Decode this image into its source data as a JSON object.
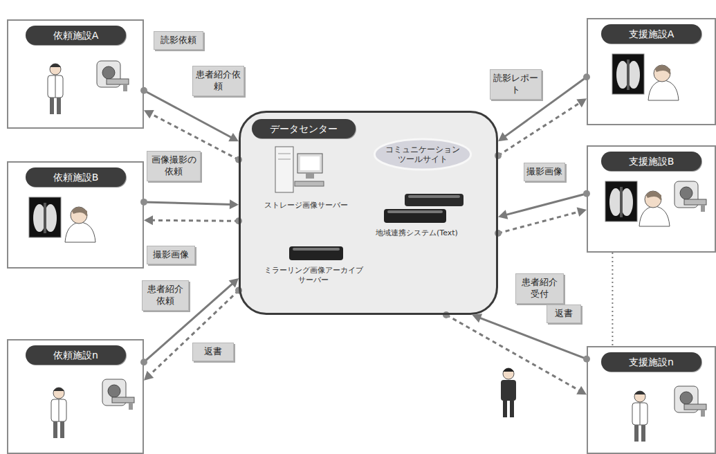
{
  "diagram": {
    "nodes": [
      {
        "text": [
          "依頼施設A"
        ]
      },
      {
        "text": [
          "依頼施設B"
        ]
      },
      {
        "text": [
          "依頼施設n"
        ]
      },
      {
        "text": [
          "データセンター"
        ]
      },
      {
        "text": [
          "コミュニケーションツールサイト"
        ],
        "in": 3
      },
      {
        "text": [
          "支援施設A"
        ]
      },
      {
        "text": [
          "支援施設B"
        ]
      },
      {
        "text": [
          "支援施設n"
        ]
      }
    ],
    "edges": [
      {
        "from": 0,
        "to": 3,
        "arrow": "to"
      },
      {
        "from": 3,
        "to": 0,
        "arrow": "to"
      },
      {
        "from": 1,
        "to": 3,
        "arrow": "to"
      },
      {
        "from": 3,
        "to": 1,
        "arrow": "to"
      },
      {
        "from": 2,
        "to": 3,
        "arrow": "to"
      },
      {
        "from": 3,
        "to": 2,
        "arrow": "to"
      },
      {
        "from": 5,
        "to": 3,
        "arrow": "to"
      },
      {
        "from": 3,
        "to": 5,
        "arrow": "to"
      },
      {
        "from": 6,
        "to": 3,
        "arrow": "to"
      },
      {
        "from": 3,
        "to": 6,
        "arrow": "to"
      },
      {
        "from": 7,
        "to": 3,
        "arrow": "to"
      },
      {
        "from": 3,
        "to": 7,
        "arrow": "to"
      },
      {
        "from": 6,
        "to": 7,
        "arrow": "none"
      }
    ],
    "labels": [
      "読影依頼",
      "患者紹介依頼",
      "画像撮影の依頼",
      "撮影画像",
      "患者紹介依頼",
      "返書",
      "読影レポート",
      "撮影画像",
      "患者紹介受付",
      "返書",
      "ストレージ画像サーバー",
      "地域連携システム(Text)",
      "ミラーリング画像アーカイブサーバー"
    ]
  }
}
